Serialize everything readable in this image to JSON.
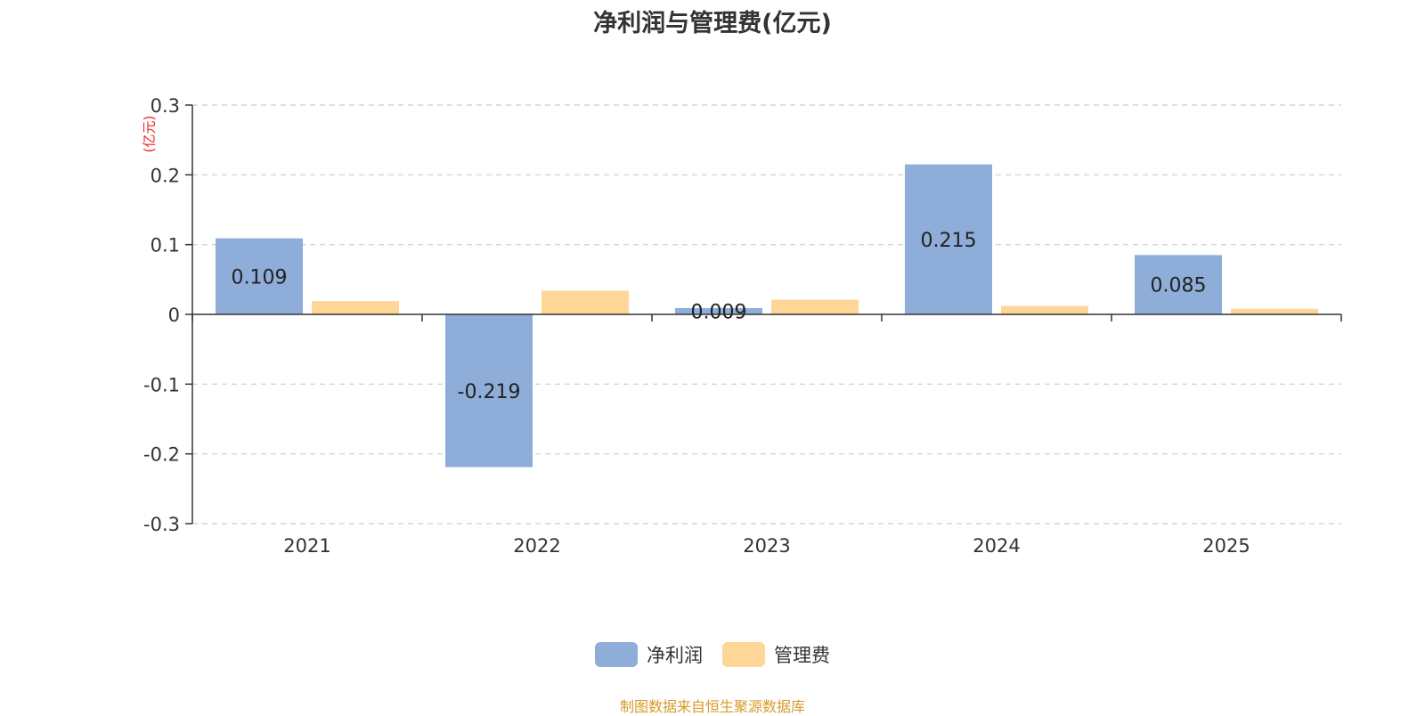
{
  "chart_data": {
    "type": "bar",
    "title": "净利润与管理费(亿元)",
    "ylabel": "(亿元)",
    "categories": [
      "2021",
      "2022",
      "2023",
      "2024",
      "2025"
    ],
    "series": [
      {
        "name": "净利润",
        "values": [
          0.109,
          -0.219,
          0.009,
          0.215,
          0.085
        ],
        "color": "#8eadd9",
        "labels": [
          "0.109",
          "-0.219",
          "0.009",
          "0.215",
          "0.085"
        ]
      },
      {
        "name": "管理费",
        "values": [
          0.019,
          0.034,
          0.021,
          0.012,
          0.008
        ],
        "color": "#fdd698"
      }
    ],
    "ylim": [
      -0.3,
      0.3
    ],
    "yticks": [
      "0.3",
      "0.2",
      "0.1",
      "0",
      "-0.1",
      "-0.2",
      "-0.3"
    ],
    "grid": true,
    "legend_position": "bottom"
  },
  "source": "制图数据来自恒生聚源数据库"
}
